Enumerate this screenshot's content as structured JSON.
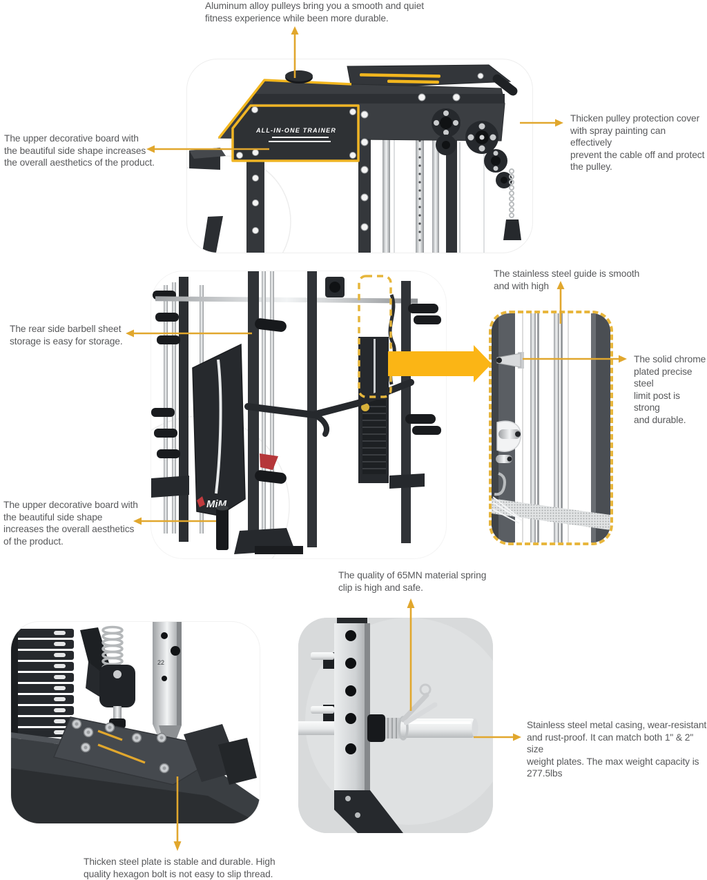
{
  "page": {
    "background": "#ffffff"
  },
  "colors": {
    "arrow_gold": "#E1A72D",
    "big_arrow_yellow": "#FBB515",
    "dashed_yellow": "#E8B63C",
    "text_gray": "#58595B",
    "frame_dark": "#33363A",
    "detail_panel_bg": "#FFFFFF",
    "bottom_right_bg": "#D8DADB",
    "brand_red": "#C03A3E"
  },
  "annotations": {
    "top_pulleys": {
      "text": "Aluminum alloy pulleys bring you a smooth and quiet\nfitness experience while been more durable."
    },
    "top_left_board": {
      "text": "The upper decorative board with\nthe beautiful side shape increases\nthe overall aesthetics of the product."
    },
    "top_right_cover": {
      "text": "Thicken pulley protection cover\nwith spray painting can effectively\nprevent the cable off and protect\nthe pulley."
    },
    "mid_barbell_storage": {
      "text": "The rear side barbell sheet\nstorage is easy for storage."
    },
    "mid_lower_board": {
      "text": "The upper decorative board with\nthe beautiful side shape\nincreases the overall aesthetics\nof the product."
    },
    "mid_guide": {
      "text": "The stainless steel guide is smooth\nand with high"
    },
    "mid_limit_post": {
      "text": "The solid chrome\nplated precise steel\nlimit post is strong\nand durable."
    },
    "bottom_spring_clip": {
      "text": "The quality of 65MN material spring\nclip is high and safe."
    },
    "bottom_casing": {
      "text": "Stainless steel metal casing, wear-resistant\nand rust-proof. It can match both 1\" & 2\" size\nweight plates. The max weight capacity is\n277.5lbs"
    },
    "bottom_plate": {
      "text": "Thicken steel plate is stable and durable. High\nquality hexagon bolt is not easy to slip thread."
    }
  },
  "machine_labels": {
    "panel_logo": "ALL-IN-ONE TRAINER",
    "brand_logo": "MiM",
    "guide_number": "22"
  }
}
